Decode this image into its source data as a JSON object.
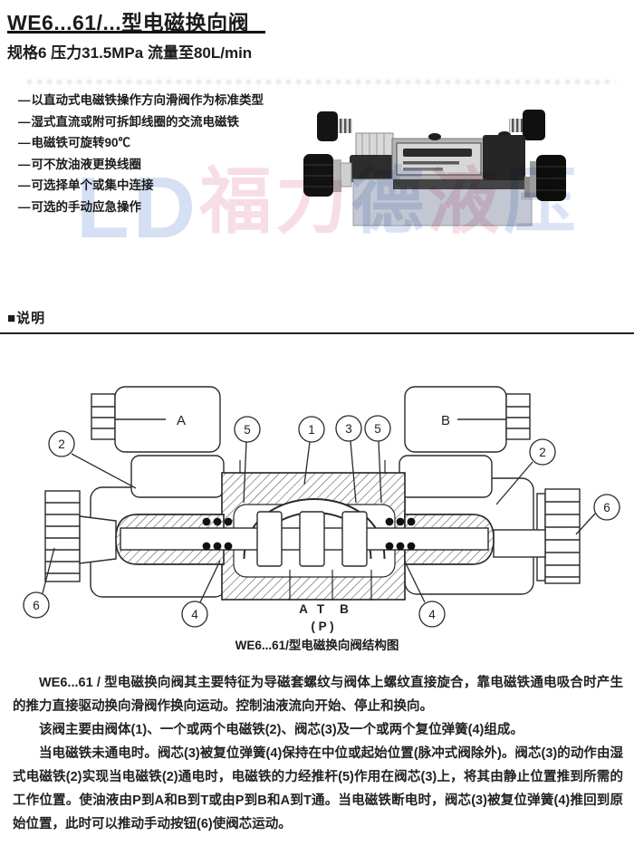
{
  "header": {
    "title": "WE6...61/...型电磁换向阀",
    "subtitle": "规格6  压力31.5MPa  流量至80L/min"
  },
  "dash_glyph": "—",
  "features": [
    "以直动式电磁铁操作方向滑阀作为标准类型",
    "湿式直流或附可拆卸线圈的交流电磁铁",
    "电磁铁可旋转90℃",
    "可不放油液更换线圈",
    "可选择单个或集中连接",
    "可选的手动应急操作"
  ],
  "watermark": {
    "chars": [
      {
        "t": "L",
        "color": "#aec2ea"
      },
      {
        "t": "D",
        "color": "#aec2ea"
      },
      {
        "t": "福",
        "color": "#f0bccd"
      },
      {
        "t": "力",
        "color": "#f0bccd"
      },
      {
        "t": "德",
        "color": "#b6c8ee"
      },
      {
        "t": "液",
        "color": "#f0bccd"
      },
      {
        "t": "压",
        "color": "#b6c8ee"
      }
    ]
  },
  "section": {
    "marker": "■",
    "heading": "说明"
  },
  "diagram": {
    "connector_a_label": "A",
    "connector_b_label": "B",
    "port_labels": [
      "A",
      "T",
      "B"
    ],
    "port_p_label": "( P )",
    "callouts": [
      {
        "label": "2"
      },
      {
        "label": "5"
      },
      {
        "label": "1"
      },
      {
        "label": "3"
      },
      {
        "label": "5"
      },
      {
        "label": "2"
      },
      {
        "label": "6"
      },
      {
        "label": "6"
      },
      {
        "label": "4"
      },
      {
        "label": "4"
      }
    ],
    "caption": "WE6...61/型电磁换向阀结构图"
  },
  "description": {
    "paragraphs": [
      "WE6...61 / 型电磁换向阀其主要特征为导磁套螺纹与阀体上螺纹直接旋合，靠电磁铁通电吸合时产生的推力直接驱动换向滑阀作换向运动。控制油液流向开始、停止和换向。",
      "该阀主要由阀体(1)、一个或两个电磁铁(2)、阀芯(3)及一个或两个复位弹簧(4)组成。",
      "当电磁铁未通电时。阀芯(3)被复位弹簧(4)保持在中位或起始位置(脉冲式阀除外)。阀芯(3)的动作由湿式电磁铁(2)实现当电磁铁(2)通电时，电磁铁的力经推杆(5)作用在阀芯(3)上，将其由静止位置推到所需的工作位置。使油液由P到A和B到T或由P到B和A到T通。当电磁铁断电时，阀芯(3)被复位弹簧(4)推回到原始位置，此时可以推动手动按钮(6)使阀芯运动。"
    ]
  }
}
